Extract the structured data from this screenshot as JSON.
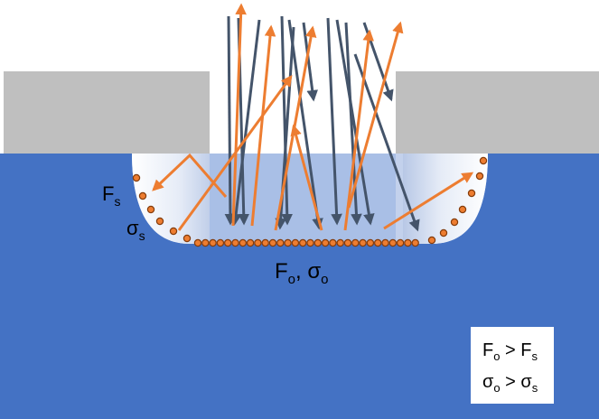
{
  "labels": {
    "side_flux": {
      "base": "F",
      "sub": "s"
    },
    "side_sigma": {
      "base": "σ",
      "sub": "s"
    },
    "bottom_label": {
      "f": "F",
      "f_sub": "o",
      "sep": ", ",
      "sigma": "σ",
      "sigma_sub": "o"
    },
    "legend_line1": {
      "a": "F",
      "a_sub": "o",
      "op": " > ",
      "b": "F",
      "b_sub": "s"
    },
    "legend_line2": {
      "a": "σ",
      "a_sub": "o",
      "op": " > ",
      "b": "σ",
      "b_sub": "s"
    }
  },
  "colors": {
    "substrate": "#4472c4",
    "mask": "#bfbfbf",
    "incident_arrow": "#44546a",
    "reflected_arrow": "#ed7d31",
    "dot_fill": "#ed7d31",
    "dot_stroke": "#843c0c",
    "legend_bg": "#ffffff"
  },
  "icons": {
    "incident": "dark-arrow-icon",
    "reflected": "orange-arrow-icon",
    "surface_species": "orange-dot-icon"
  }
}
